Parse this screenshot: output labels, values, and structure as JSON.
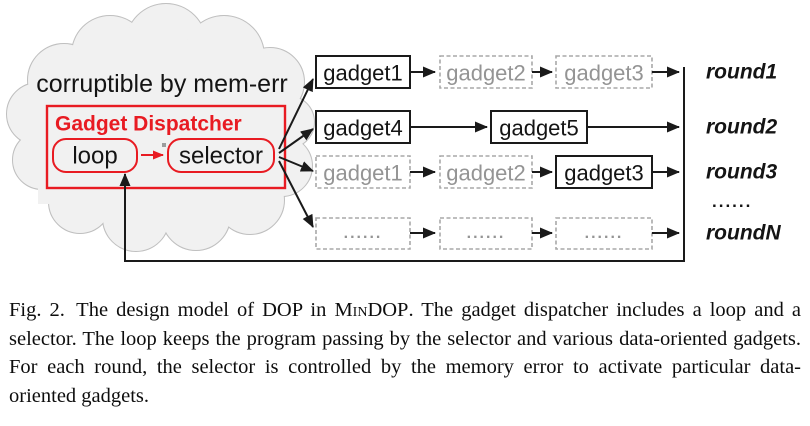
{
  "figure": {
    "cloud_label": "corruptible by mem-err",
    "dispatcher": {
      "title": "Gadget Dispatcher",
      "loop_label": "loop",
      "selector_label": "selector"
    },
    "rows": [
      {
        "round": "round1",
        "gadgets": [
          {
            "label": "gadget1",
            "style": "solid"
          },
          {
            "label": "gadget2",
            "style": "dashed"
          },
          {
            "label": "gadget3",
            "style": "dashed"
          }
        ]
      },
      {
        "round": "round2",
        "gadgets": [
          {
            "label": "gadget4",
            "style": "solid"
          },
          {
            "label": "gadget5",
            "style": "solid"
          }
        ]
      },
      {
        "round": "round3",
        "gadgets": [
          {
            "label": "gadget1",
            "style": "dashed"
          },
          {
            "label": "gadget2",
            "style": "dashed"
          },
          {
            "label": "gadget3",
            "style": "solid"
          }
        ]
      },
      {
        "round": "roundN",
        "gadgets": [
          {
            "label": "......",
            "style": "dashed"
          },
          {
            "label": "......",
            "style": "dashed"
          },
          {
            "label": "......",
            "style": "dashed"
          }
        ]
      }
    ],
    "rounds_ellipsis": "......",
    "colors": {
      "accent_red": "#e81b22",
      "cloud_fill": "#f1f1f1",
      "cloud_stroke": "#bfbfbf",
      "inactive_gray": "#949494",
      "line_black": "#1a1a1a"
    }
  },
  "caption": {
    "label": "Fig. 2.",
    "text_before": "The design model of DOP in ",
    "smallcaps": "MinDOP",
    "text_after": ". The gadget dispatcher includes a loop and a selector. The loop keeps the program passing by the selector and various data-oriented gadgets. For each round, the selector is controlled by the memory error to activate particular data-oriented gadgets."
  }
}
